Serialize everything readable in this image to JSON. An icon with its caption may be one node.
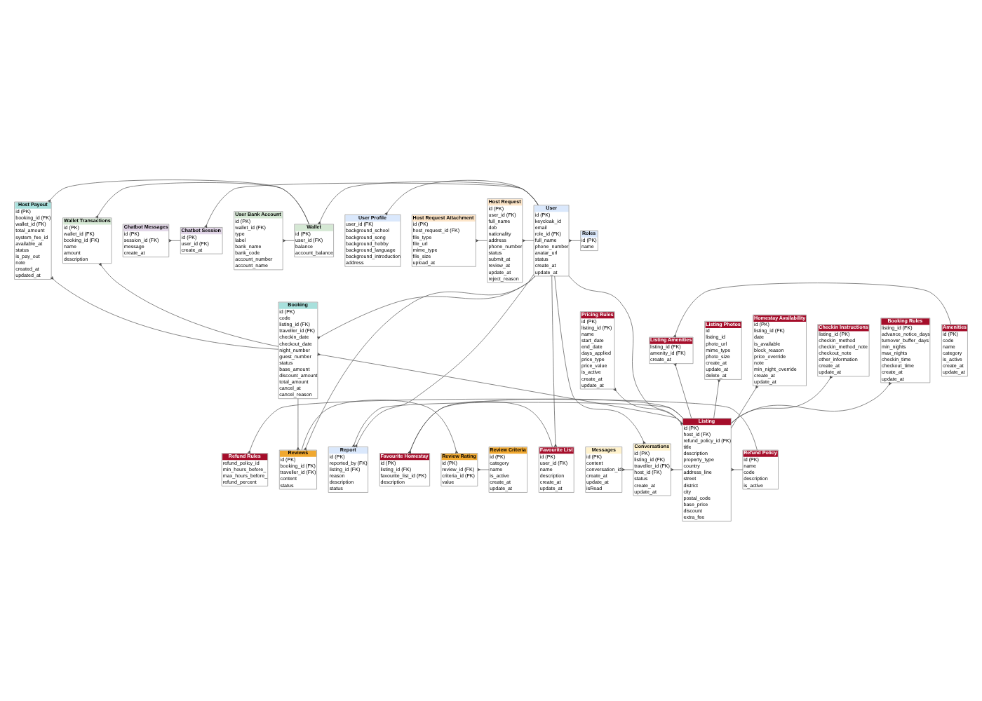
{
  "diagram": {
    "nodes": [
      {
        "text": [
          "Wallet Transactions",
          "id (PK)",
          "wallet_id (FK)",
          "booking_id (FK)",
          "name",
          "amount",
          "description"
        ]
      },
      {
        "text": [
          "Chatbot Messages",
          "id (PK)",
          "session_id (FK)",
          "message",
          "create_at"
        ]
      },
      {
        "text": [
          "Chatbot Session",
          "id (PK)",
          "user_id (FK)",
          "create_at"
        ]
      },
      {
        "text": [
          "Roles",
          "id (PK)",
          "name"
        ]
      },
      {
        "text": [
          "Host Request Attachment",
          "id (PK)",
          "host_request_id (FK)",
          "file_type",
          "file_url",
          "mime_type",
          "file_size",
          "upload_at"
        ]
      },
      {
        "text": [
          "Refund Policy",
          "id (PK)",
          "name",
          "code",
          "description",
          "is_active"
        ]
      },
      {
        "text": [
          "Refund Rules",
          "refund_policy_id",
          "min_hours_before_",
          "max_hours_before_",
          "refund_percent"
        ]
      },
      {
        "text": [
          "Review Criteria",
          "id (PK)",
          "category",
          "name",
          "is_active",
          "create_at",
          "update_at"
        ]
      },
      {
        "text": [
          "Review Rating",
          "id (PK)",
          "review_id (FK)",
          "criteria_id (FK)",
          "value"
        ]
      },
      {
        "text": [
          "Wallet",
          "id (PK)",
          "user_id (FK)",
          "balance",
          "account_balance"
        ]
      },
      {
        "text": [
          "User Bank Account",
          "id (PK)",
          "wallet_id (FK)",
          "type",
          "label",
          "bank_name",
          "bank_code",
          "account_number",
          "account_name"
        ]
      },
      {
        "text": [
          "User Profile",
          "user_id (FK)",
          "background_school",
          "background_song",
          "background_hobby",
          "background_language",
          "background_introduction",
          "address"
        ]
      },
      {
        "text": [
          "User",
          "id (PK)",
          "keycloak_id",
          "email",
          "role_id (FK)",
          "full_name",
          "phone_number",
          "avatar_url",
          "status",
          "create_at",
          "update_at"
        ]
      },
      {
        "text": [
          "Host Request",
          "id (PK)",
          "user_id (FK)",
          "full_name",
          "dob",
          "nationality",
          "address",
          "phone_number",
          "status",
          "submit_at",
          "review_at",
          "update_at",
          "reject_reason"
        ]
      },
      {
        "text": [
          "Listing",
          "id (PK)",
          "host_id (FK)",
          "refund_policy_id (FK)",
          "title",
          "description",
          "property_type",
          "country",
          "address_line",
          "street",
          "district",
          "city",
          "postal_code",
          "base_price",
          "discount",
          "extra_fee"
        ]
      },
      {
        "text": [
          "Listing Amenities",
          "listing_id (FK)",
          "amenity_id (FK)",
          "create_at"
        ]
      },
      {
        "text": [
          "Amenities",
          "id (PK)",
          "code",
          "name",
          "category",
          "is_active",
          "create_at",
          "update_at"
        ]
      },
      {
        "text": [
          "Listing Photos",
          "id",
          "listing_id",
          "photo_url",
          "mime_type",
          "photo_size",
          "create_at",
          "update_at",
          "delete_at"
        ]
      },
      {
        "text": [
          "Reviews",
          "id (PK)",
          "booking_id (FK)",
          "traveller_id (FK)",
          "content",
          "status"
        ]
      },
      {
        "text": [
          "Booking",
          "id (PK)",
          "code",
          "listing_id (FK)",
          "traveller_id (FK)",
          "checkin_date",
          "checkout_date",
          "night_number",
          "guest_number",
          "status",
          "base_amount",
          "discount_amount",
          "total_amount",
          "cancel_at",
          "cancel_reason"
        ]
      },
      {
        "text": [
          "Host Payout",
          "id (PK)",
          "booking_id (FK)",
          "wallet_id (FK)",
          "total_amount",
          "system_fee_id",
          "available_at",
          "status",
          "is_pay_out",
          "note",
          "created_at",
          "updated_at"
        ]
      },
      {
        "text": [
          "Messages",
          "id (PK)",
          "content",
          "conversation_id",
          "create_at",
          "update_at",
          "isRead"
        ]
      },
      {
        "text": [
          "Conversations",
          "id (PK)",
          "listing_id (FK)",
          "traveller_id (FK)",
          "host_id (FK)",
          "status",
          "create_at",
          "update_at"
        ]
      },
      {
        "text": [
          "Report",
          "id (PK)",
          "reported_by (FK)",
          "listing_id (FK)",
          "reason",
          "description",
          "status"
        ]
      },
      {
        "text": [
          "Favourite List",
          "id (PK)",
          "user_id (FK)",
          "name",
          "description",
          "create_at",
          "update_at"
        ]
      },
      {
        "text": [
          "Favourite Homestay",
          "id (PK)",
          "listing_id (FK)",
          "favourite_list_id (FK)",
          "description"
        ]
      },
      {
        "text": [
          "Homestay Availability",
          "id (PK)",
          "listing_id (FK)",
          "date",
          "is_available",
          "block_reason",
          "price_override",
          "note",
          "min_night_override",
          "create_at",
          "update_at"
        ]
      },
      {
        "text": [
          "Checkin Instructions",
          "listing_id (PK)",
          "checkin_method",
          "checkin_method_note",
          "checkout_note",
          "other_information",
          "create_at",
          "update_at"
        ]
      },
      {
        "text": [
          "Booking Rules",
          "listing_id (FK)",
          "advance_notice_days",
          "turnover_buffer_days",
          "min_nights",
          "max_nights",
          "checkin_time",
          "checkout_time",
          "create_at",
          "update_at"
        ]
      },
      {
        "text": [
          "Pricing Rules",
          "id (PK)",
          "listing_id (FK)",
          "name",
          "start_date",
          "end_date",
          "days_applied",
          "price_type",
          "price_value",
          "is_active",
          "create_at",
          "update_at"
        ]
      }
    ],
    "edges": [
      {
        "from": 0,
        "to": 9,
        "arrow": "other"
      },
      {
        "from": 0,
        "to": 19,
        "arrow": "other"
      },
      {
        "from": 1,
        "to": 2,
        "arrow": "other"
      },
      {
        "from": 2,
        "to": 12,
        "arrow": "other"
      },
      {
        "from": 12,
        "to": 3,
        "arrow": "other"
      },
      {
        "from": 11,
        "to": 12,
        "arrow": "other"
      },
      {
        "from": 9,
        "to": 12,
        "arrow": "other"
      },
      {
        "from": 10,
        "to": 9,
        "arrow": "other"
      },
      {
        "from": 13,
        "to": 12,
        "arrow": "other"
      },
      {
        "from": 4,
        "to": 13,
        "arrow": "other"
      },
      {
        "from": 14,
        "to": 12,
        "arrow": "other"
      },
      {
        "from": 14,
        "to": 5,
        "arrow": "other"
      },
      {
        "from": 6,
        "to": 5,
        "arrow": "other"
      },
      {
        "from": 15,
        "to": 14,
        "arrow": "other"
      },
      {
        "from": 15,
        "to": 16,
        "arrow": "other"
      },
      {
        "from": 17,
        "to": 14,
        "arrow": "other"
      },
      {
        "from": 8,
        "to": 7,
        "arrow": "other"
      },
      {
        "from": 8,
        "to": 18,
        "arrow": "other"
      },
      {
        "from": 18,
        "to": 19,
        "arrow": "other"
      },
      {
        "from": 18,
        "to": 12,
        "arrow": "other"
      },
      {
        "from": 19,
        "to": 14,
        "arrow": "other"
      },
      {
        "from": 19,
        "to": 12,
        "arrow": "other"
      },
      {
        "from": 20,
        "to": 19,
        "arrow": "other"
      },
      {
        "from": 20,
        "to": 9,
        "arrow": "other"
      },
      {
        "from": 21,
        "to": 22,
        "arrow": "other"
      },
      {
        "from": 22,
        "to": 14,
        "arrow": "other"
      },
      {
        "from": 22,
        "to": 12,
        "arrow": "other"
      },
      {
        "from": 23,
        "to": 12,
        "arrow": "other"
      },
      {
        "from": 23,
        "to": 14,
        "arrow": "other"
      },
      {
        "from": 24,
        "to": 12,
        "arrow": "other"
      },
      {
        "from": 25,
        "to": 24,
        "arrow": "other"
      },
      {
        "from": 25,
        "to": 14,
        "arrow": "other"
      },
      {
        "from": 29,
        "to": 14,
        "arrow": "other"
      },
      {
        "from": 26,
        "to": 14,
        "arrow": "other"
      },
      {
        "from": 27,
        "to": 14,
        "arrow": "other"
      },
      {
        "from": 28,
        "to": 14,
        "arrow": "other"
      }
    ]
  }
}
